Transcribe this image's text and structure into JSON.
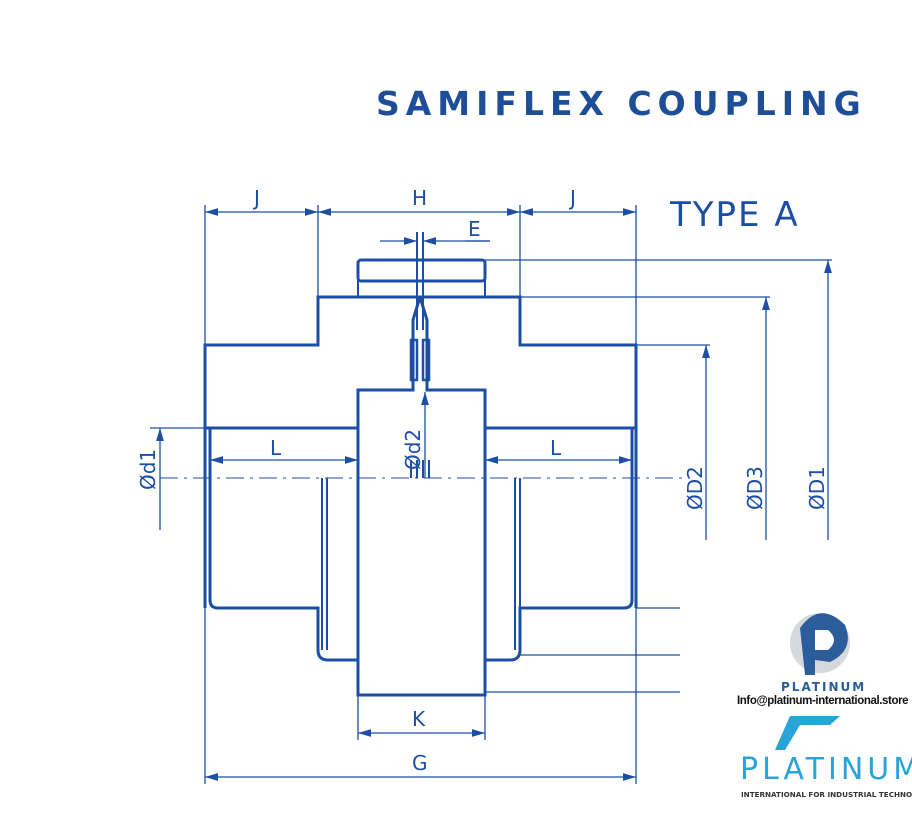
{
  "title": "SAMIFLEX COUPLING",
  "type_label": "TYPE A",
  "dimensions": {
    "J_left": "J",
    "H": "H",
    "J_right": "J",
    "E": "E",
    "D1": "ØD1",
    "D3": "ØD3",
    "D2": "ØD2",
    "d1": "Ød1",
    "d2": "Ød2",
    "L_left": "L",
    "L_right": "L",
    "K": "K",
    "G": "G"
  },
  "branding": {
    "logo1_name": "PLATINUM",
    "email": "Info@platinum-international.store",
    "logo2_name": "PLATINUM",
    "logo2_tagline": "INTERNATIONAL FOR INDUSTRIAL TECHNOLOGY",
    "color_primary": "#1c4ea6",
    "color_logo1": "#2a5d9a",
    "color_logo2": "#2aa3d8"
  }
}
